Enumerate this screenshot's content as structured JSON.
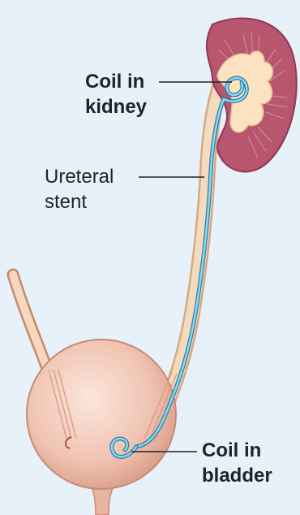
{
  "labels": {
    "coil_kidney": {
      "line1": "Coil in",
      "line2": "kidney"
    },
    "ureteral_stent": {
      "line1": "Ureteral",
      "line2": "stent"
    },
    "coil_bladder": {
      "line1": "Coil in",
      "line2": "bladder"
    }
  },
  "colors": {
    "background": "#e7f1f9",
    "kidney_cortex": "#b7566e",
    "kidney_pelvis": "#fbe3c1",
    "ureter": "#f1d3b0",
    "bladder": "#f2c4b4",
    "stent": "#4bb3d6",
    "leader_line": "#1f2328"
  }
}
